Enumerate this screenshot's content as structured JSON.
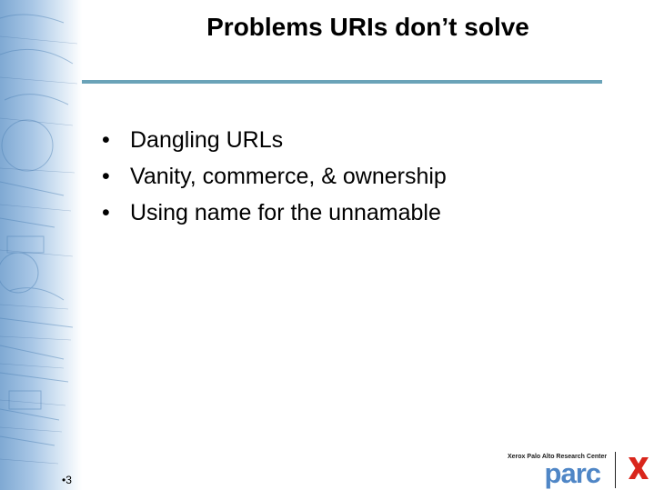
{
  "slide": {
    "title": "Problems URIs don’t solve",
    "bullet_symbol": "•",
    "bullets": [
      "Dangling URLs",
      "Vanity, commerce, & ownership",
      "Using name for the unnamable"
    ],
    "number": "•3"
  },
  "logo": {
    "tagline": "Xerox Palo Alto Research Center",
    "word": "parc"
  },
  "colors": {
    "rule": "#6aa3b8",
    "parc_blue": "#4f86c6",
    "xerox_red": "#d9261c"
  }
}
